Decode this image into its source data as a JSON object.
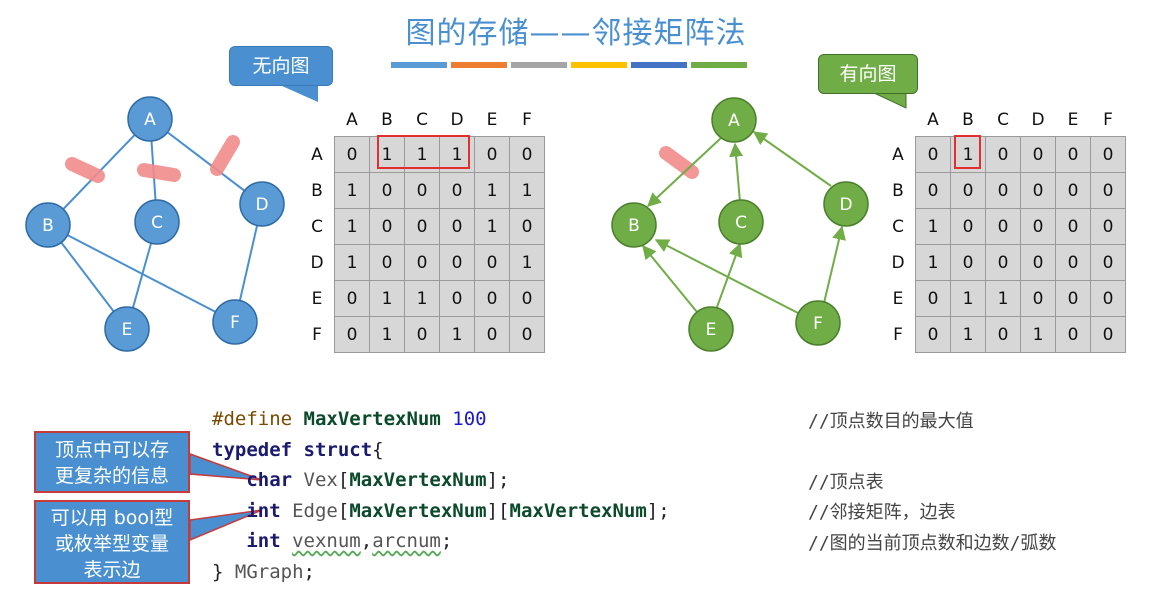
{
  "title": "图的存储——邻接矩阵法",
  "colors": {
    "accent_blue": "#4a90d0",
    "node_blue": "#5b9bd5",
    "node_green": "#70ad47",
    "highlight_red": "#e23030",
    "cross_mark": "#f28b8b",
    "matrix_bg": "#d7d7d7",
    "title_bars": [
      "#5b9bd5",
      "#ed7d31",
      "#a5a5a5",
      "#ffc000",
      "#4472c4",
      "#70ad47"
    ]
  },
  "undirected": {
    "label": "无向图",
    "nodes": [
      "A",
      "B",
      "C",
      "D",
      "E",
      "F"
    ],
    "edges": [
      [
        "A",
        "B"
      ],
      [
        "A",
        "C"
      ],
      [
        "A",
        "D"
      ],
      [
        "B",
        "E"
      ],
      [
        "B",
        "F"
      ],
      [
        "C",
        "E"
      ],
      [
        "D",
        "F"
      ]
    ],
    "matrix": {
      "col_headers": [
        "A",
        "B",
        "C",
        "D",
        "E",
        "F"
      ],
      "row_headers": [
        "A",
        "B",
        "C",
        "D",
        "E",
        "F"
      ],
      "rows": [
        [
          "0",
          "1",
          "1",
          "1",
          "0",
          "0"
        ],
        [
          "1",
          "0",
          "0",
          "0",
          "1",
          "1"
        ],
        [
          "1",
          "0",
          "0",
          "0",
          "1",
          "0"
        ],
        [
          "1",
          "0",
          "0",
          "0",
          "0",
          "1"
        ],
        [
          "0",
          "1",
          "1",
          "0",
          "0",
          "0"
        ],
        [
          "0",
          "1",
          "0",
          "1",
          "0",
          "0"
        ]
      ]
    }
  },
  "directed": {
    "label": "有向图",
    "nodes": [
      "A",
      "B",
      "C",
      "D",
      "E",
      "F"
    ],
    "edges": [
      [
        "A",
        "B"
      ],
      [
        "C",
        "A"
      ],
      [
        "D",
        "A"
      ],
      [
        "E",
        "B"
      ],
      [
        "E",
        "C"
      ],
      [
        "F",
        "B"
      ],
      [
        "F",
        "D"
      ]
    ],
    "matrix": {
      "col_headers": [
        "A",
        "B",
        "C",
        "D",
        "E",
        "F"
      ],
      "row_headers": [
        "A",
        "B",
        "C",
        "D",
        "E",
        "F"
      ],
      "rows": [
        [
          "0",
          "1",
          "0",
          "0",
          "0",
          "0"
        ],
        [
          "0",
          "0",
          "0",
          "0",
          "0",
          "0"
        ],
        [
          "1",
          "0",
          "0",
          "0",
          "0",
          "0"
        ],
        [
          "1",
          "0",
          "0",
          "0",
          "0",
          "0"
        ],
        [
          "0",
          "1",
          "1",
          "0",
          "0",
          "0"
        ],
        [
          "0",
          "1",
          "0",
          "1",
          "0",
          "0"
        ]
      ]
    }
  },
  "code": {
    "line1": {
      "directive": "#define",
      "macro": "MaxVertexNum",
      "value": "100",
      "comment": "//顶点数目的最大值"
    },
    "line2": {
      "keyword": "typedef",
      "type": "struct",
      "brace": "{"
    },
    "line3": {
      "type": "char",
      "name": "Vex",
      "lb": "[",
      "size": "MaxVertexNum",
      "rb": "];",
      "comment": "//顶点表"
    },
    "line4": {
      "type": "int",
      "name": "Edge",
      "lb1": "[",
      "size1": "MaxVertexNum",
      "mid": "][",
      "size2": "MaxVertexNum",
      "rb": "];",
      "comment": "//邻接矩阵，边表"
    },
    "line5": {
      "type": "int",
      "v1": "vexnum",
      "comma": ",",
      "v2": "arcnum",
      "semi": ";",
      "comment": "//图的当前顶点数和边数/弧数"
    },
    "line6": {
      "brace": "}",
      "name": "MGraph",
      "semi": ";"
    }
  },
  "notes": {
    "note1": [
      "顶点中可以存",
      "更复杂的信息"
    ],
    "note2": [
      "可以用 bool型",
      "或枚举型变量",
      "表示边"
    ]
  }
}
